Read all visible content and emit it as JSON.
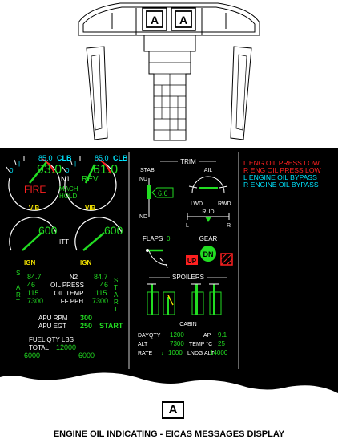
{
  "cockpit": {
    "ref_left": "A",
    "ref_right": "A"
  },
  "colors": {
    "white": "#ffffff",
    "cyan": "#00e5ff",
    "green": "#22dd22",
    "red": "#ff2020",
    "yellow": "#f0e000",
    "background": "#000000"
  },
  "eng1": {
    "n1_cmd": "85.0",
    "n1_mode": "CLB",
    "n1_value": "93.0",
    "fire": "FIRE",
    "egt_value": "600",
    "ign": "IGN"
  },
  "eng2": {
    "n1_cmd": "85.0",
    "n1_mode": "CLB",
    "n1_value": "61.0",
    "rev": "REV",
    "egt_value": "600",
    "ign": "IGN"
  },
  "center_labels": {
    "n1": "N1",
    "mach": "MACH",
    "hold": "HOLD",
    "itt": "ITT",
    "vib_left": "VIB",
    "vib_right": "VIB"
  },
  "start_letters": [
    "S",
    "T",
    "A",
    "R",
    "T"
  ],
  "engine_table": {
    "left": [
      "84.7",
      "46",
      "115",
      "7300"
    ],
    "labels": [
      "N2",
      "OIL PRESS",
      "OIL TEMP",
      "FF PPH"
    ],
    "right": [
      "84.7",
      "46",
      "115",
      "7300"
    ]
  },
  "apu": {
    "rpm_label": "APU RPM",
    "rpm_value": "300",
    "egt_label": "APU EGT",
    "egt_value": "250",
    "status": "START"
  },
  "fuel": {
    "label": "FUEL QTY LBS",
    "total_label": "TOTAL",
    "total": "12000",
    "left": "6000",
    "right": "6000"
  },
  "trim": {
    "title": "TRIM",
    "stab": "STAB",
    "nu": "NU",
    "nd": "ND",
    "stab_value": "6.6",
    "ail": "AIL",
    "lwd": "LWD",
    "rwd": "RWD",
    "rud": "RUD",
    "l": "L",
    "r": "R"
  },
  "flaps": {
    "label": "FLAPS",
    "value": "0"
  },
  "gear": {
    "label": "GEAR",
    "up": "UP",
    "dn": "DN"
  },
  "spoilers": {
    "label": "SPOILERS"
  },
  "cabin": {
    "title": "CABIN",
    "rows": [
      {
        "l1": "DAY",
        "l2": "QTY",
        "v1": "1200",
        "l3": "AP",
        "v2": "9.1"
      },
      {
        "l1": "ALT",
        "l2": "",
        "v1": "7300",
        "l3": "TEMP  °C",
        "v2": "25"
      },
      {
        "l1": "RATE",
        "l2": "↓",
        "v1": "1000",
        "l3": "LNDG  ALT",
        "v2": "14000"
      }
    ]
  },
  "messages": [
    {
      "text": "L ENG OIL PRESS LOW",
      "color": "#ff2020"
    },
    {
      "text": "R ENG OIL PRESS LOW",
      "color": "#ff2020"
    },
    {
      "text": "L ENGINE OIL BYPASS",
      "color": "#00e5ff"
    },
    {
      "text": "R ENGINE OIL BYPASS",
      "color": "#00e5ff"
    }
  ],
  "ref_label": "A",
  "caption": "ENGINE OIL INDICATING - EICAS MESSAGES DISPLAY"
}
